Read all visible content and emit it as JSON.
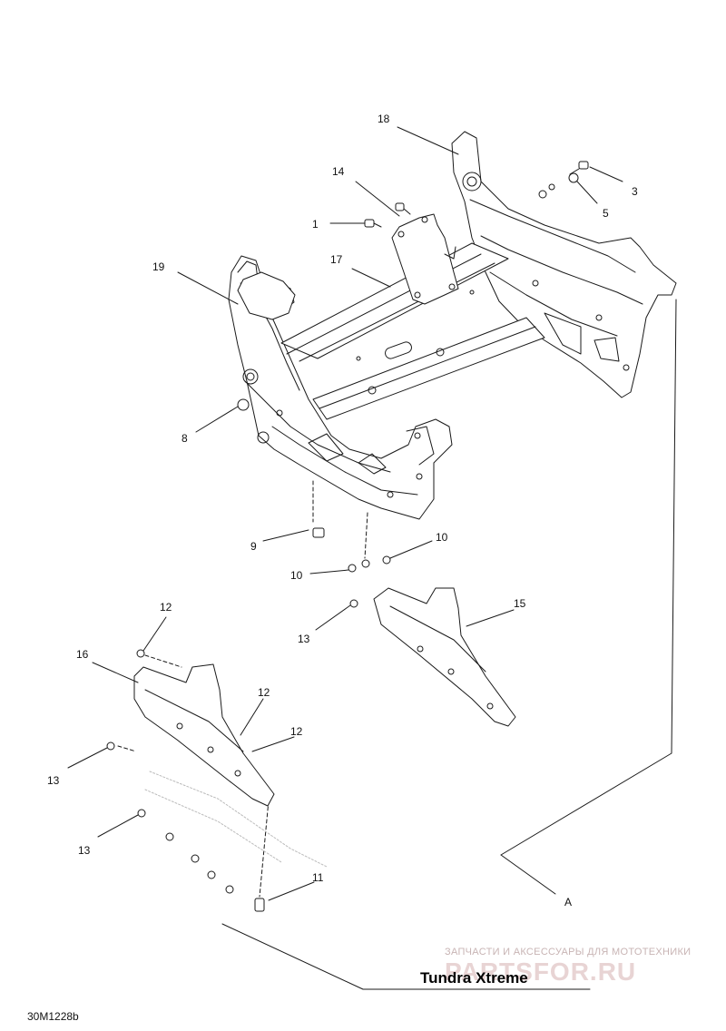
{
  "callouts": [
    {
      "id": "c18",
      "text": "18"
    },
    {
      "id": "c14",
      "text": "14"
    },
    {
      "id": "c3",
      "text": "3"
    },
    {
      "id": "c5",
      "text": "5"
    },
    {
      "id": "c1",
      "text": "1"
    },
    {
      "id": "c17",
      "text": "17"
    },
    {
      "id": "c19",
      "text": "19"
    },
    {
      "id": "c8",
      "text": "8"
    },
    {
      "id": "c9",
      "text": "9"
    },
    {
      "id": "c10a",
      "text": "10"
    },
    {
      "id": "c10b",
      "text": "10"
    },
    {
      "id": "c12a",
      "text": "12"
    },
    {
      "id": "c16",
      "text": "16"
    },
    {
      "id": "c13a",
      "text": "13"
    },
    {
      "id": "c15",
      "text": "15"
    },
    {
      "id": "c12b",
      "text": "12"
    },
    {
      "id": "c12c",
      "text": "12"
    },
    {
      "id": "c13b",
      "text": "13"
    },
    {
      "id": "c13c",
      "text": "13"
    },
    {
      "id": "c11",
      "text": "11"
    },
    {
      "id": "cA",
      "text": "A"
    }
  ],
  "title": "Tundra Xtreme",
  "drawing_code": "30M1228b",
  "watermark": {
    "tagline": "ЗАПЧАСТИ И АКСЕССУАРЫ ДЛЯ МОТОТЕХНИКИ",
    "logo": "PARTSFOR.RU"
  },
  "colors": {
    "line": "#1a1a1a",
    "fill": "#ffffff",
    "watermark": "#d9c4c4"
  }
}
